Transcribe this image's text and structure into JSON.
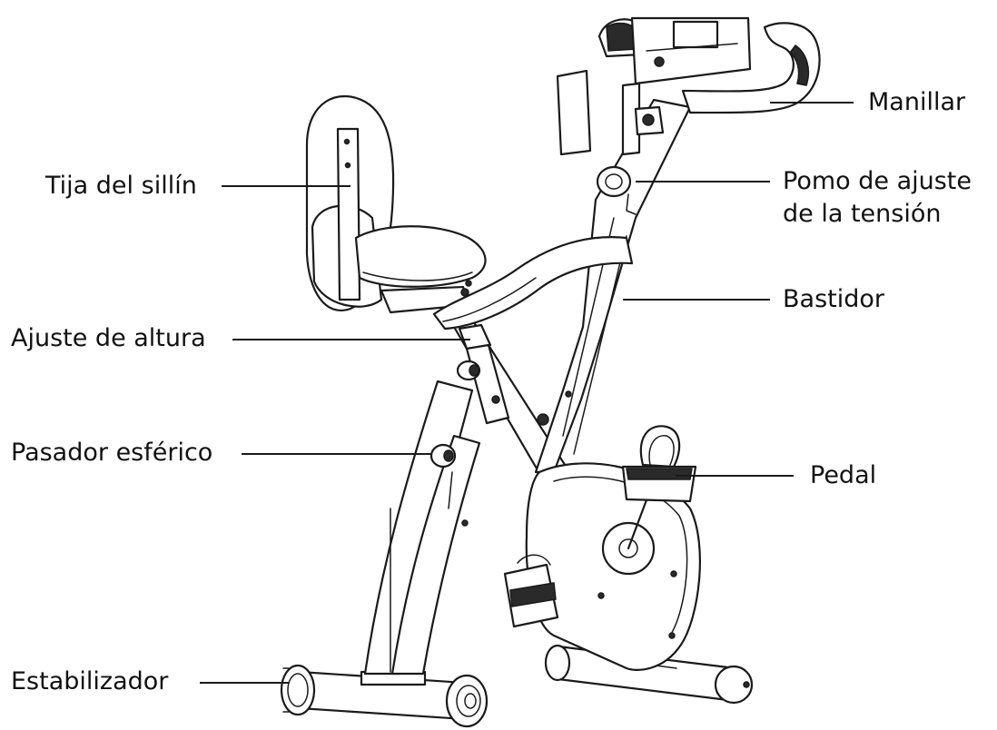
{
  "diagram": {
    "labels": {
      "manillar": "Manillar",
      "tija": "Tija del sillín",
      "pomo_line1": "Pomo de ajuste",
      "pomo_line2": "de la tensión",
      "bastidor": "Bastidor",
      "ajuste_altura": "Ajuste de altura",
      "pasador": "Pasador esférico",
      "pedal": "Pedal",
      "estabilizador": "Estabilizador"
    },
    "colors": {
      "ink": "#1a1a1a",
      "background": "#ffffff"
    }
  }
}
